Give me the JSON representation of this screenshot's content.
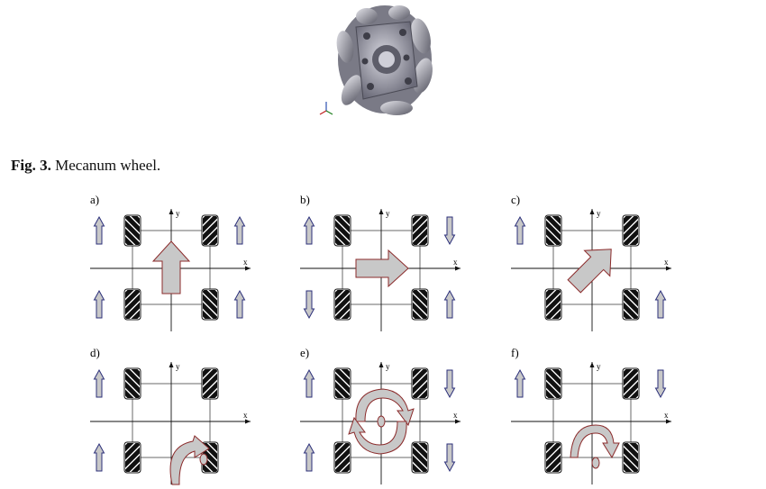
{
  "caption": {
    "label": "Fig. 3.",
    "text": "Mecanum wheel."
  },
  "panels": [
    {
      "letter": "a)",
      "x_axis": "x",
      "y_axis": "y",
      "motion": "forward"
    },
    {
      "letter": "b)",
      "x_axis": "x",
      "y_axis": "y",
      "motion": "sideways-right"
    },
    {
      "letter": "c)",
      "x_axis": "x",
      "y_axis": "y",
      "motion": "diagonal"
    },
    {
      "letter": "d)",
      "x_axis": "x",
      "y_axis": "y",
      "motion": "turn-about-rear-axle"
    },
    {
      "letter": "e)",
      "x_axis": "x",
      "y_axis": "y",
      "motion": "rotate-about-center"
    },
    {
      "letter": "f)",
      "x_axis": "x",
      "y_axis": "y",
      "motion": "turn-about-front-rear-point"
    }
  ],
  "colors": {
    "arrow_fill": "#c8c8c8",
    "wheel_arrow_stroke": "#2b2f7a",
    "motion_arrow_stroke": "#8b2b2b",
    "wheel_fill": "#111111"
  }
}
